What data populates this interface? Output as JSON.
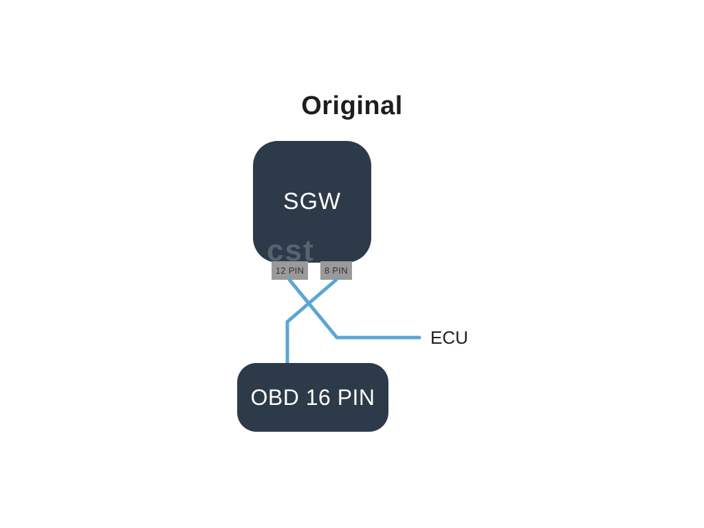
{
  "title": "Original",
  "nodes": {
    "sgw": {
      "label": "SGW"
    },
    "obd": {
      "label": "OBD 16 PIN"
    },
    "ecu": {
      "label": "ECU"
    }
  },
  "connectors": {
    "pin12": {
      "label": "12 PIN"
    },
    "pin8": {
      "label": "8 PIN"
    }
  },
  "watermark": "cst",
  "colors": {
    "node_fill": "#2d3a49",
    "wire": "#5aa5d6",
    "tab_fill": "#9a9a9a",
    "tab_text": "#333333",
    "title_text": "#1e1e1e",
    "background": "#ffffff"
  }
}
